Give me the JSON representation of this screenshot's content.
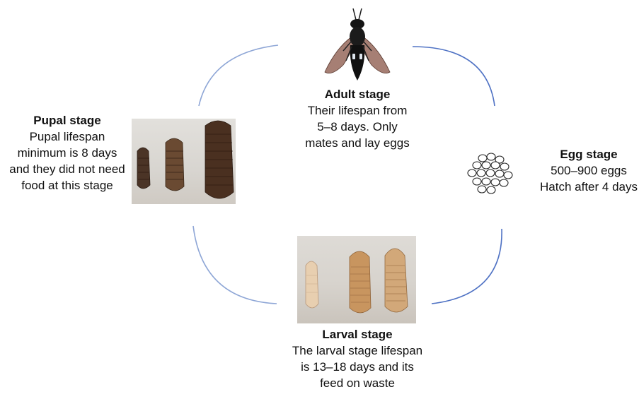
{
  "diagram": {
    "arc_color": "#8ea6d6",
    "stages": {
      "adult": {
        "title": "Adult stage",
        "lines": [
          "Their lifespan from",
          "5–8 days. Only",
          "mates and lay eggs"
        ],
        "image": "fly-icon"
      },
      "egg": {
        "title": "Egg stage",
        "lines": [
          "500–900 eggs",
          "Hatch after 4 days"
        ],
        "image": "egg-cluster-icon"
      },
      "larval": {
        "title": "Larval stage",
        "lines": [
          "The larval stage lifespan",
          "is 13–18 days and its",
          "feed on waste"
        ],
        "image": "larvae-photo"
      },
      "pupal": {
        "title": "Pupal stage",
        "lines": [
          "Pupal lifespan",
          "minimum is 8 days",
          "and they did not need",
          "food at this stage"
        ],
        "image": "pupae-photo"
      }
    }
  }
}
